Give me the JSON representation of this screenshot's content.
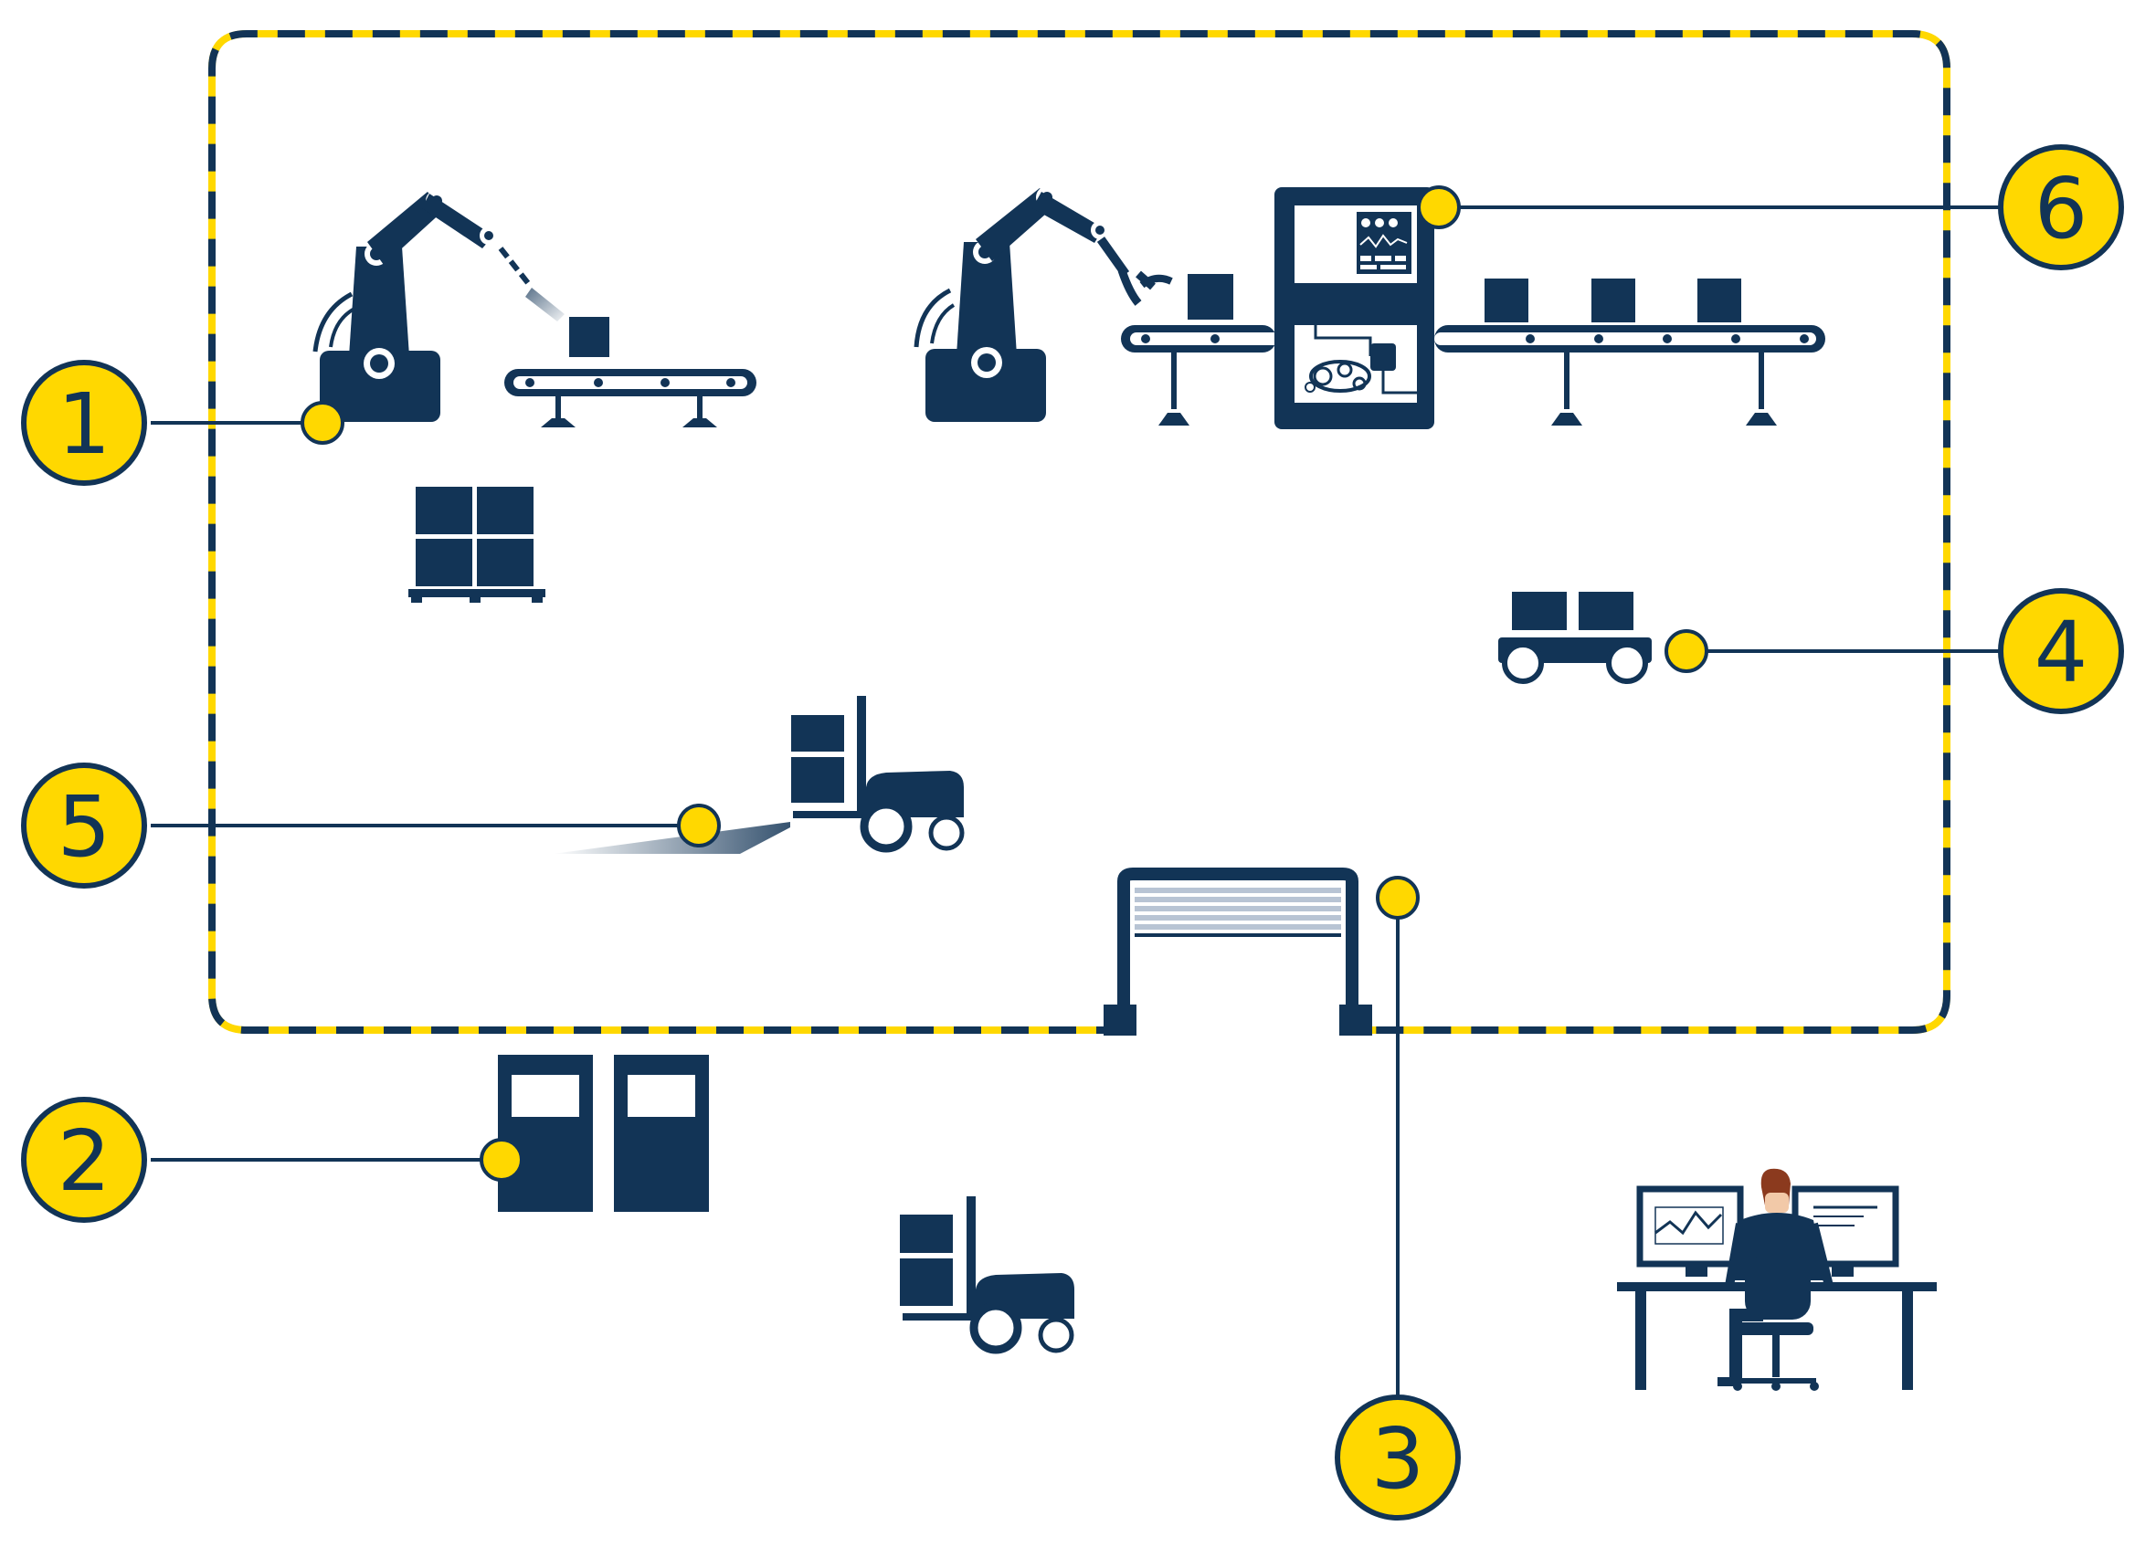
{
  "colors": {
    "navy": "#123456",
    "yellow": "#FFD800",
    "white": "#FFFFFF",
    "light_gray": "#B8C4D4"
  },
  "callouts": [
    {
      "id": "1",
      "label": "1"
    },
    {
      "id": "2",
      "label": "2"
    },
    {
      "id": "3",
      "label": "3"
    },
    {
      "id": "4",
      "label": "4"
    },
    {
      "id": "5",
      "label": "5"
    },
    {
      "id": "6",
      "label": "6"
    }
  ],
  "icons": {
    "zone_border": "dashed-safety-zone-outline",
    "robot_arm_1": "robot-arm-icon",
    "conveyor_1": "conveyor-belt-icon",
    "pallet": "pallet-boxes-icon",
    "robot_arm_2": "robot-gripper-arm-icon",
    "machine": "control-cabinet-machine-icon",
    "conveyor_2": "conveyor-belt-icon",
    "agv": "automated-guided-vehicle-icon",
    "forklift_inside": "autonomous-forklift-icon",
    "door": "rolling-door-icon",
    "lockers": "cabinet-lockers-icon",
    "forklift_outside": "forklift-icon",
    "operator": "operator-workstation-icon"
  }
}
